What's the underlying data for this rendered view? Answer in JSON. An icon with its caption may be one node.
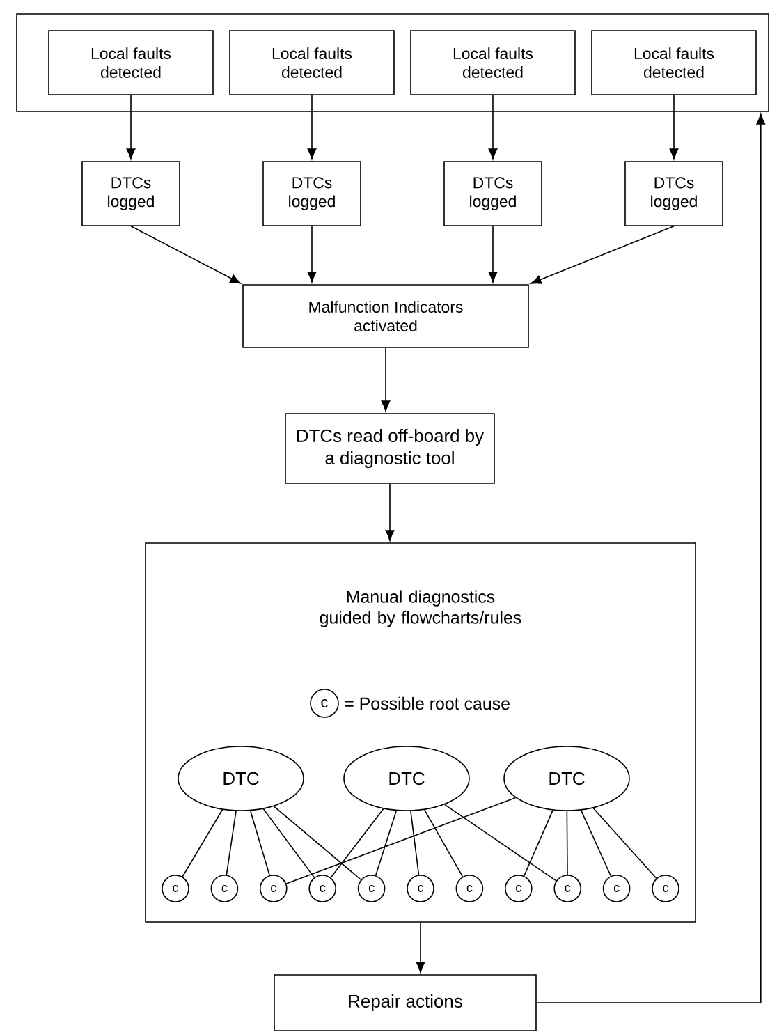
{
  "diagram": {
    "nodes": [
      {
        "text": [],
        "shape": "box"
      },
      {
        "text": [
          "Local faults detected"
        ],
        "in": 0
      },
      {
        "text": [
          "Local faults detected"
        ],
        "in": 0
      },
      {
        "text": [
          "Local faults detected"
        ],
        "in": 0
      },
      {
        "text": [
          "Local faults detected"
        ],
        "in": 0
      },
      {
        "text": [
          "DTCs logged"
        ]
      },
      {
        "text": [
          "DTCs logged"
        ]
      },
      {
        "text": [
          "DTCs logged"
        ]
      },
      {
        "text": [
          "DTCs logged"
        ]
      },
      {
        "text": [
          "Malfunction Indicators activated"
        ]
      },
      {
        "text": [
          "DTCs read off-board by a diagnostic tool"
        ]
      },
      {
        "text": [
          "Manual diagnostics guided by flowcharts/rules"
        ]
      },
      {
        "text": [
          "c"
        ],
        "in": 11,
        "beside": [
          "= Possible root cause"
        ]
      },
      {
        "text": [
          "DTC"
        ],
        "in": 11
      },
      {
        "text": [
          "DTC"
        ],
        "in": 11
      },
      {
        "text": [
          "DTC"
        ],
        "in": 11
      },
      {
        "text": [
          "c"
        ],
        "in": 11
      },
      {
        "text": [
          "c"
        ],
        "in": 11
      },
      {
        "text": [
          "c"
        ],
        "in": 11
      },
      {
        "text": [
          "c"
        ],
        "in": 11
      },
      {
        "text": [
          "c"
        ],
        "in": 11
      },
      {
        "text": [
          "c"
        ],
        "in": 11
      },
      {
        "text": [
          "c"
        ],
        "in": 11
      },
      {
        "text": [
          "c"
        ],
        "in": 11
      },
      {
        "text": [
          "c"
        ],
        "in": 11
      },
      {
        "text": [
          "c"
        ],
        "in": 11
      },
      {
        "text": [
          "c"
        ],
        "in": 11
      },
      {
        "text": [
          "Repair actions"
        ]
      }
    ],
    "edges": [
      {
        "from": 1,
        "to": 5,
        "arrow": "to"
      },
      {
        "from": 2,
        "to": 6,
        "arrow": "to"
      },
      {
        "from": 3,
        "to": 7,
        "arrow": "to"
      },
      {
        "from": 4,
        "to": 8,
        "arrow": "to"
      },
      {
        "from": 5,
        "to": 9,
        "arrow": "to"
      },
      {
        "from": 6,
        "to": 9,
        "arrow": "to"
      },
      {
        "from": 7,
        "to": 9,
        "arrow": "to"
      },
      {
        "from": 8,
        "to": 9,
        "arrow": "to"
      },
      {
        "from": 9,
        "to": 10,
        "arrow": "to"
      },
      {
        "from": 10,
        "to": 11,
        "arrow": "to"
      },
      {
        "from": 11,
        "to": 27,
        "arrow": "to"
      },
      {
        "from": 27,
        "to": 0,
        "arrow": "to"
      },
      {
        "from": 13,
        "to": 16,
        "arrow": "none"
      },
      {
        "from": 13,
        "to": 17,
        "arrow": "none"
      },
      {
        "from": 13,
        "to": 18,
        "arrow": "none"
      },
      {
        "from": 13,
        "to": 19,
        "arrow": "none"
      },
      {
        "from": 13,
        "to": 20,
        "arrow": "none"
      },
      {
        "from": 14,
        "to": 19,
        "arrow": "none"
      },
      {
        "from": 14,
        "to": 20,
        "arrow": "none"
      },
      {
        "from": 14,
        "to": 21,
        "arrow": "none"
      },
      {
        "from": 14,
        "to": 22,
        "arrow": "none"
      },
      {
        "from": 14,
        "to": 24,
        "arrow": "none"
      },
      {
        "from": 15,
        "to": 18,
        "arrow": "none"
      },
      {
        "from": 15,
        "to": 23,
        "arrow": "none"
      },
      {
        "from": 15,
        "to": 24,
        "arrow": "none"
      },
      {
        "from": 15,
        "to": 25,
        "arrow": "none"
      },
      {
        "from": 15,
        "to": 26,
        "arrow": "none"
      }
    ]
  }
}
